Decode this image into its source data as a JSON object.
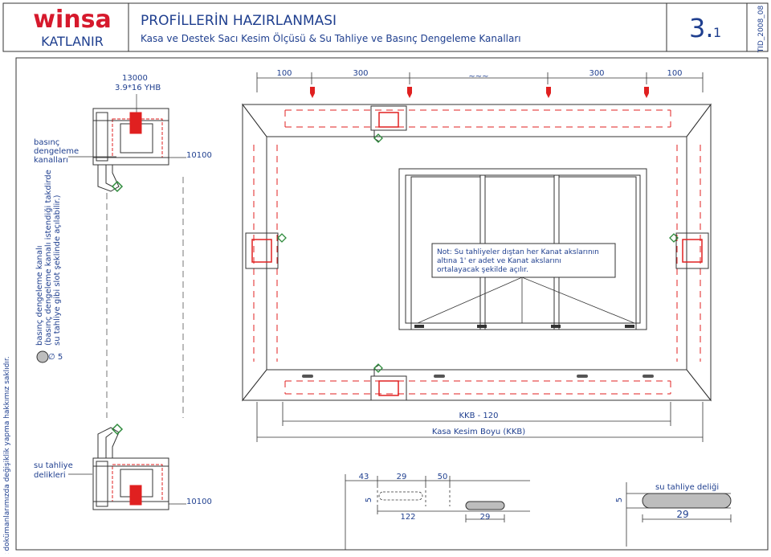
{
  "header": {
    "brand": "winsa",
    "series": "KATLANIR",
    "title": "PROFİLLERİN HAZIRLANMASI",
    "subtitle": "Kasa ve Destek Sacı Kesim Ölçüsü & Su Tahliye ve Basınç Dengeleme Kanalları",
    "page_number": "3.",
    "page_sub": "1",
    "doc_code": "TID_2008_08"
  },
  "left": {
    "code_top": "13000",
    "code_yhb": "3.9*16 YHB",
    "label_basinc": [
      "basınç",
      "dengeleme",
      "kanalları"
    ],
    "profile_code_top": "10100",
    "profile_code_bottom": "10100",
    "rotated_note": [
      "basınç dengeleme kanalı",
      "(basınç dengeleme kanalı istendiği takdirde",
      "su tahliye gibi slot şeklinde açılabilir.)"
    ],
    "diameter_label": "∅ 5",
    "label_su": [
      "su tahliye",
      "delikleri"
    ]
  },
  "top_dims": {
    "d1": "100",
    "d2": "300",
    "d3": "~~~",
    "d4": "300",
    "d5": "100"
  },
  "note": [
    "Not: Su tahliyeler dıştan her Kanat akslarının",
    "altına 1' er adet ve  Kanat akslarını",
    "ortalayacak şekilde açılır."
  ],
  "bottom_dims": {
    "kkb": "KKB - 120",
    "kasa": "Kasa Kesim Boyu (KKB)"
  },
  "slot_detail": {
    "d43": "43",
    "d29a": "29",
    "d50": "50",
    "d5": "5",
    "d122": "122",
    "d29b": "29"
  },
  "slot_right": {
    "label": "su tahliye deliği",
    "d5": "5",
    "d29": "29"
  },
  "footer_note": "Teknik dokümanlarımızda değişiklik yapma hakkımız saklıdır.",
  "colors": {
    "brand_red": "#d6192c",
    "brand_blue": "#1f3f8f",
    "red": "#e02020",
    "green": "#2e8b3c",
    "line": "#333333"
  }
}
